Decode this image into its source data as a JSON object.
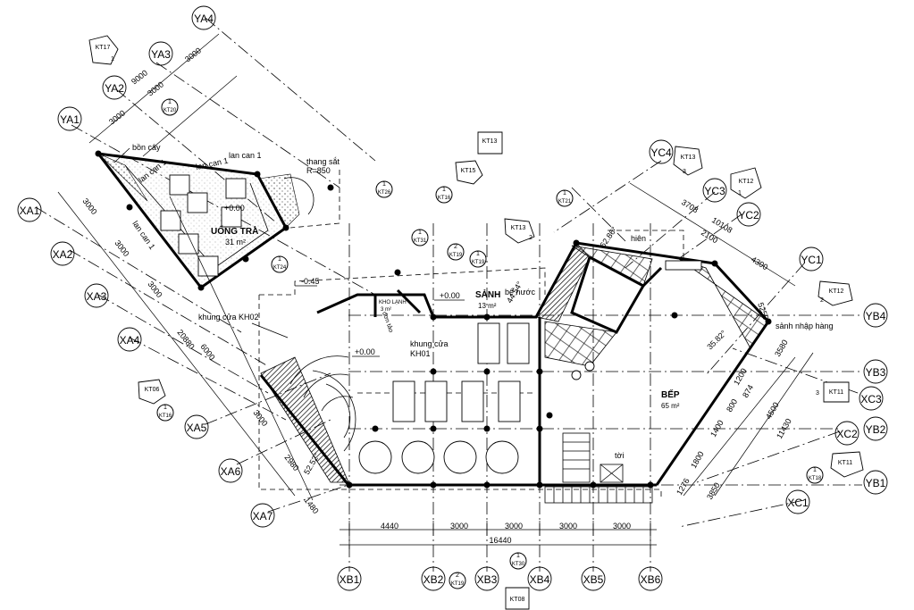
{
  "grid_labels": {
    "YA1": "YA1",
    "YA2": "YA2",
    "YA3": "YA3",
    "YA4": "YA4",
    "XA1": "XA1",
    "XA2": "XA2",
    "XA3": "XA3",
    "XA4": "XA4",
    "XA5": "XA5",
    "XA6": "XA6",
    "XA7": "XA7",
    "XB1": "XB1",
    "XB2": "XB2",
    "XB3": "XB3",
    "XB4": "XB4",
    "XB5": "XB5",
    "XB6": "XB6",
    "YB1": "YB1",
    "YB2": "YB2",
    "YB3": "YB3",
    "YB4": "YB4",
    "YC1": "YC1",
    "YC2": "YC2",
    "YC3": "YC3",
    "YC4": "YC4",
    "XC1": "XC1",
    "XC2": "XC2",
    "XC3": "XC3"
  },
  "dimensions": {
    "d3000": "3000",
    "d9000": "9000",
    "d4440": "4440",
    "d16440": "16440",
    "d20880": "20880",
    "d6000": "6000",
    "d2980": "2980",
    "d1480": "1480",
    "d2100": "2100",
    "d3708": "3708",
    "d10108": "10108",
    "d4300": "4300",
    "d5250": "5250",
    "d3580": "3580",
    "d11430": "11430",
    "d4500": "4500",
    "d1400": "1400",
    "d1800": "1800",
    "d1276": "1276",
    "d3850": "3850",
    "d1200": "1200",
    "d800": "800",
    "d874": "874"
  },
  "angles": {
    "a1": "35.82°",
    "a2": "52.52°",
    "a3": "62.86°",
    "a4": "44.54°"
  },
  "rooms": {
    "uong_tra": "UỐNG TRÀ",
    "uong_tra_area": "31 m²",
    "sanh": "SẢNH",
    "sanh_area": "13 m²",
    "bep": "BẾP",
    "bep_area": "65 m²",
    "kho_lanh": "KHO LẠNH",
    "kho_lanh_area": "3 m²"
  },
  "notes": {
    "bon_cay": "bồn cây",
    "lan_can_1": "lan can 1",
    "thang_sat": "thang sắt",
    "r850": "R=850",
    "khung_cua_kh02": "khung cửa KH02",
    "khung_cua": "khung cửa",
    "kh01": "KH01",
    "be_nuoc": "bể nước",
    "hien": "hiên",
    "sanh_nhap_hang": "sảnh nhập hàng",
    "toi": "tời",
    "don_tao": "đơn tảo"
  },
  "levels": {
    "l000": "+0.00",
    "lm045": "-0.45"
  },
  "tags": {
    "kt17": "KT17",
    "kt20": "KT20",
    "kt26": "KT26",
    "kt16": "KT16",
    "kt13": "KT13",
    "kt15": "KT15",
    "kt21": "KT21",
    "kt31": "KT31",
    "kt19": "KT19",
    "kt24": "KT24",
    "kt06": "KT06",
    "kt12": "KT12",
    "kt11": "KT11",
    "kt18": "KT18",
    "kt08": "KT08",
    "kt30": "KT30"
  },
  "tag_numbers": {
    "n1": "1",
    "n2": "2",
    "n3": "3"
  },
  "colors": {
    "ink": "#000000",
    "paper": "#ffffff",
    "hatch": "#555555"
  }
}
